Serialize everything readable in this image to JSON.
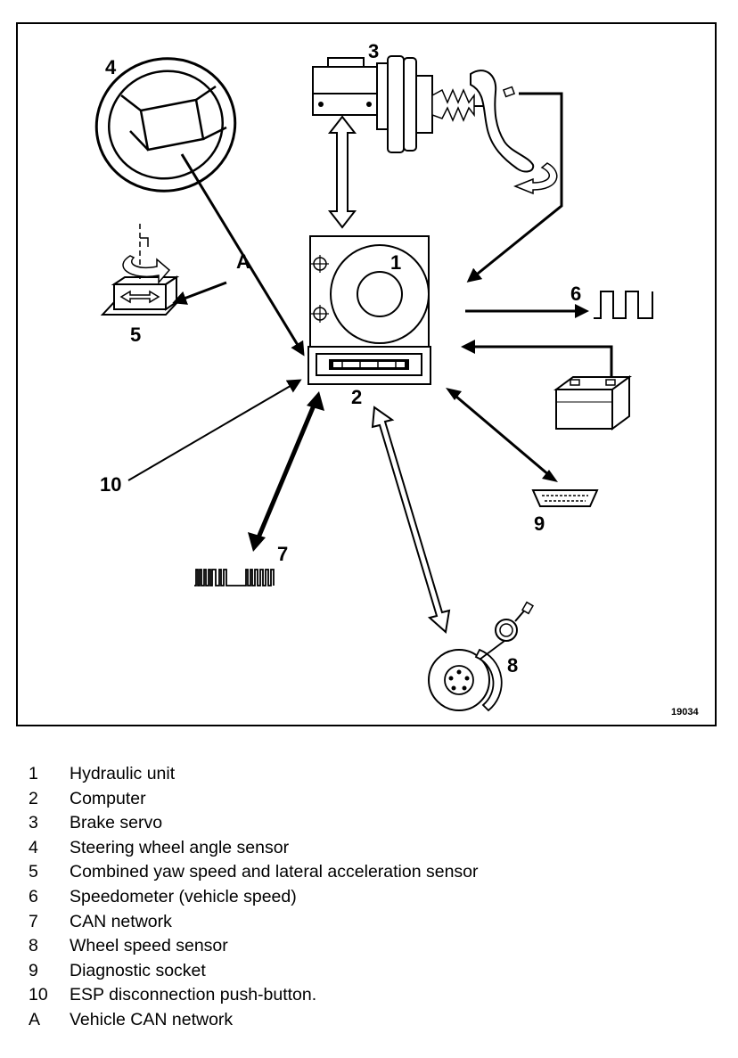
{
  "figure": {
    "reference": "19034",
    "callouts": {
      "c1": "1",
      "c2": "2",
      "c3": "3",
      "c4": "4",
      "c5": "5",
      "c6": "6",
      "c7": "7",
      "c8": "8",
      "c9": "9",
      "c10": "10",
      "cA": "A"
    }
  },
  "legend": [
    {
      "key": "1",
      "text": "Hydraulic unit"
    },
    {
      "key": "2",
      "text": "Computer"
    },
    {
      "key": "3",
      "text": "Brake servo"
    },
    {
      "key": "4",
      "text": "Steering wheel angle sensor"
    },
    {
      "key": "5",
      "text": "Combined yaw speed and lateral acceleration sensor"
    },
    {
      "key": "6",
      "text": "Speedometer (vehicle speed)"
    },
    {
      "key": "7",
      "text": "CAN network"
    },
    {
      "key": "8",
      "text": "Wheel speed sensor"
    },
    {
      "key": "9",
      "text": "Diagnostic socket"
    },
    {
      "key": "10",
      "text": "ESP disconnection push-button."
    },
    {
      "key": "A",
      "text": "Vehicle CAN network"
    }
  ]
}
